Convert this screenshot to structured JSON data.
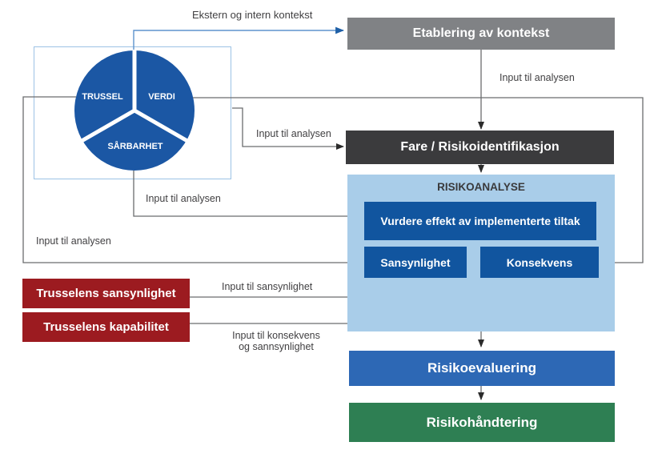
{
  "diagram": {
    "context_flow_label": "Ekstern og intern kontekst",
    "pie": {
      "segments": [
        {
          "label": "TRUSSEL"
        },
        {
          "label": "VERDI"
        },
        {
          "label": "SÅRBARHET"
        }
      ]
    },
    "process": {
      "etablering": "Etablering av kontekst",
      "fare": "Fare / Risikoidentifikasjon",
      "risikoanalyse_title": "RISIKOANALYSE",
      "vurdere": "Vurdere effekt av implementerte tiltak",
      "sansynlighet": "Sansynlighet",
      "konsekvens": "Konsekvens",
      "risikoevaluering": "Risikoevaluering",
      "risikohandtering": "Risikohåndtering"
    },
    "threat": {
      "sansynlighet_box": "Trusselens sansynlighet",
      "kapabilitet_box": "Trusselens kapabilitet"
    },
    "edge_labels": {
      "input_til_analysen": "Input til analysen",
      "input_til_sansynlighet": "Input til sansynlighet",
      "input_til_konsekvens_line1": "Input til konsekvens",
      "input_til_konsekvens_line2": "og sannsynlighet"
    },
    "colors": {
      "pie_blue": "#1B57A4",
      "context_gray": "#808285",
      "identification_dark": "#3B3B3D",
      "analysis_bg": "#A9CDE9",
      "inner_blue": "#11559F",
      "evaluation_blue": "#2D68B5",
      "handling_green": "#2E7F53",
      "threat_red": "#9C1B20",
      "connector_gray": "#6B6C6E",
      "connector_blue": "#5E93CE",
      "label_text": "#414042",
      "pie_frame_border": "#9CC2E5"
    }
  }
}
